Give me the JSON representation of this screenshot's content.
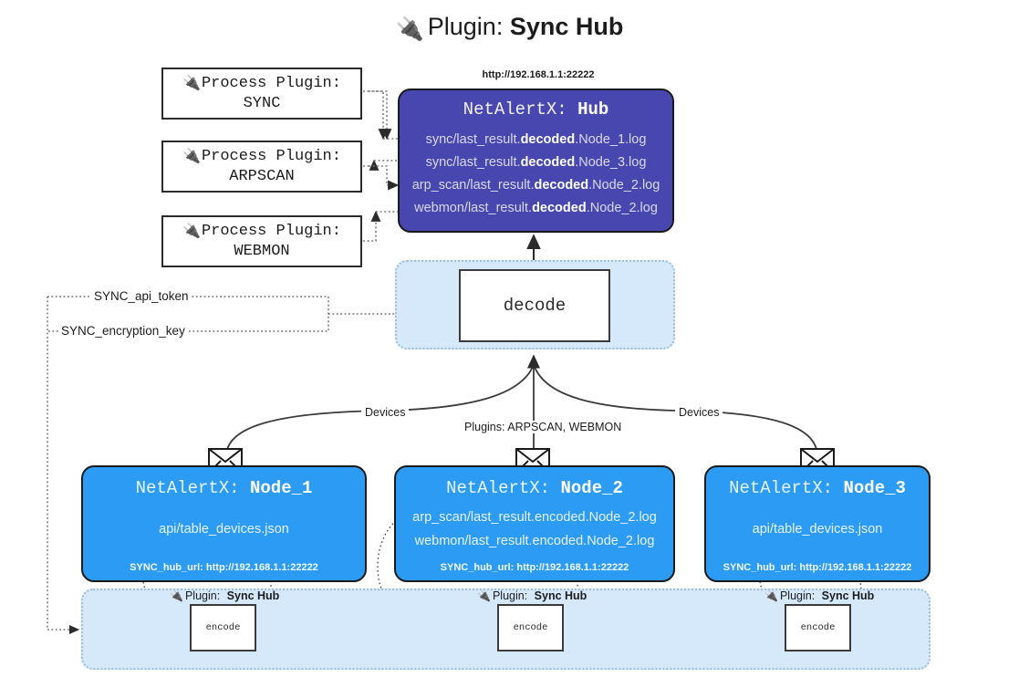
{
  "title": {
    "icon": "plug-icon",
    "prefix": "Plugin:",
    "name": "Sync Hub"
  },
  "process_plugins": [
    {
      "icon": "plug-icon",
      "line1": "Process Plugin:",
      "line2": "SYNC"
    },
    {
      "icon": "plug-icon",
      "line1": "Process Plugin:",
      "line2": "ARPSCAN"
    },
    {
      "icon": "plug-icon",
      "line1": "Process Plugin:",
      "line2": "WEBMON"
    }
  ],
  "hub": {
    "url": "http://192.168.1.1:22222",
    "title_prefix": "NetAlertX:",
    "title_name": "Hub",
    "lines": [
      {
        "pre": "sync/last_result.",
        "strong": "decoded",
        "post": ".Node_1.log"
      },
      {
        "pre": "sync/last_result.",
        "strong": "decoded",
        "post": ".Node_3.log"
      },
      {
        "pre": "arp_scan/last_result.",
        "strong": "decoded",
        "post": ".Node_2.log"
      },
      {
        "pre": "webmon/last_result.",
        "strong": "decoded",
        "post": ".Node_2.log"
      }
    ]
  },
  "decode": {
    "label": "decode"
  },
  "secrets": [
    {
      "label": "SYNC_api_token"
    },
    {
      "label": "SYNC_encryption_key"
    }
  ],
  "edge_labels": {
    "devices_left": "Devices",
    "devices_right": "Devices",
    "plugins": "Plugins: ARPSCAN, WEBMON"
  },
  "nodes": [
    {
      "icon": "envelope-icon",
      "title_prefix": "NetAlertX:",
      "title_name": "Node_1",
      "lines": [
        "api/table_devices.json"
      ],
      "footer": "SYNC_hub_url: http://192.168.1.1:22222"
    },
    {
      "icon": "envelope-icon",
      "title_prefix": "NetAlertX:",
      "title_name": "Node_2",
      "lines": [
        "arp_scan/last_result.encoded.Node_2.log",
        "webmon/last_result.encoded.Node_2.log"
      ],
      "footer": "SYNC_hub_url: http://192.168.1.1:22222"
    },
    {
      "icon": "envelope-icon",
      "title_prefix": "NetAlertX:",
      "title_name": "Node_3",
      "lines": [
        "api/table_devices.json"
      ],
      "footer": "SYNC_hub_url: http://192.168.1.1:22222"
    }
  ],
  "encoders": [
    {
      "icon": "plug-icon",
      "caption_prefix": "Plugin:",
      "caption_name": "Sync Hub",
      "label": "encode"
    },
    {
      "icon": "plug-icon",
      "caption_prefix": "Plugin:",
      "caption_name": "Sync Hub",
      "label": "encode"
    },
    {
      "icon": "plug-icon",
      "caption_prefix": "Plugin:",
      "caption_name": "Sync Hub",
      "label": "encode"
    }
  ],
  "colors": {
    "hub": "#4847B0",
    "node": "#2B9BF3",
    "container": "#d6e9fa",
    "container_border": "#9dbfd8",
    "stroke": "#3b3b3b"
  }
}
